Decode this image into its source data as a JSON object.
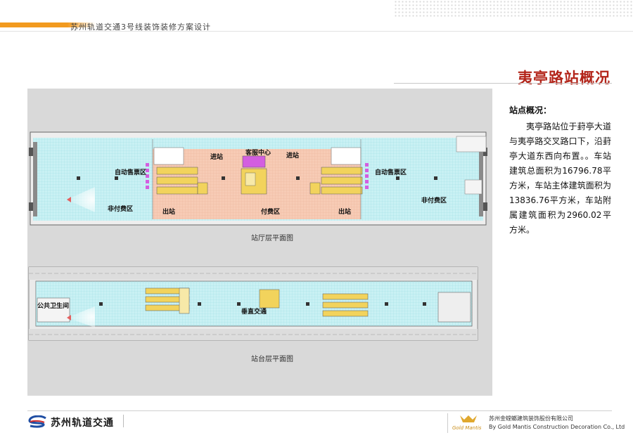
{
  "header": {
    "title": "苏州轨道交通3号线装饰装修方案设计"
  },
  "station": {
    "title": "夷亭路站概况"
  },
  "concourse": {
    "caption": "站厅层平面图",
    "labels": {
      "ticket_left": "自动售票区",
      "ticket_right": "自动售票区",
      "enter_left": "进站",
      "enter_right": "进站",
      "service_center": "客服中心",
      "unpaid_left": "非付费区",
      "unpaid_right": "非付费区",
      "exit_left": "出站",
      "exit_right": "出站",
      "paid_zone": "付费区"
    }
  },
  "platform": {
    "caption": "站台层平面图",
    "labels": {
      "restroom": "公共卫生间",
      "vertical_traffic": "垂直交通"
    }
  },
  "info": {
    "heading": "站点概况：",
    "body": "夷亭路站位于葑亭大道与夷亭路交叉路口下，沿葑亭大道东西向布置。。车站建筑总面积为16796.78平方米，车站主体建筑面积为13836.76平方米，车站附属建筑面积为2960.02平方米。"
  },
  "footer": {
    "brand": "苏州轨道交通",
    "company_cn": "苏州金螳螂建筑装饰股份有限公司",
    "company_en": "By Gold Mantis Construction Decoration Co., Ltd",
    "company_logo_text": "Gold Mantis"
  },
  "colors": {
    "accent_orange": "#f29a1f",
    "title_red": "#b3251a",
    "floor_cyan": "#c9f1f4",
    "paid_pink": "#f7cbb5",
    "escalator_yellow": "#f2d35c",
    "service_magenta": "#d35ee0",
    "panel_gray": "#d9d9d9"
  }
}
